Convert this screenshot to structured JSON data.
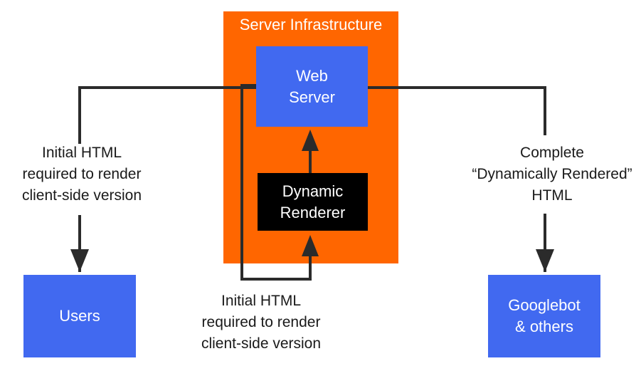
{
  "colors": {
    "orange": "#FF6600",
    "blue": "#4169F0",
    "black": "#000000",
    "line": "#2b2b2b"
  },
  "infrastructure": {
    "title": "Server Infrastructure"
  },
  "nodes": {
    "web_server": "Web\nServer",
    "dynamic_renderer": "Dynamic\nRenderer",
    "users": "Users",
    "googlebot": "Googlebot\n& others"
  },
  "labels": {
    "left": "Initial HTML\nrequired to render\nclient-side version",
    "bottom": "Initial HTML\nrequired to render\nclient-side version",
    "right": "Complete\n“Dynamically Rendered”\nHTML"
  }
}
